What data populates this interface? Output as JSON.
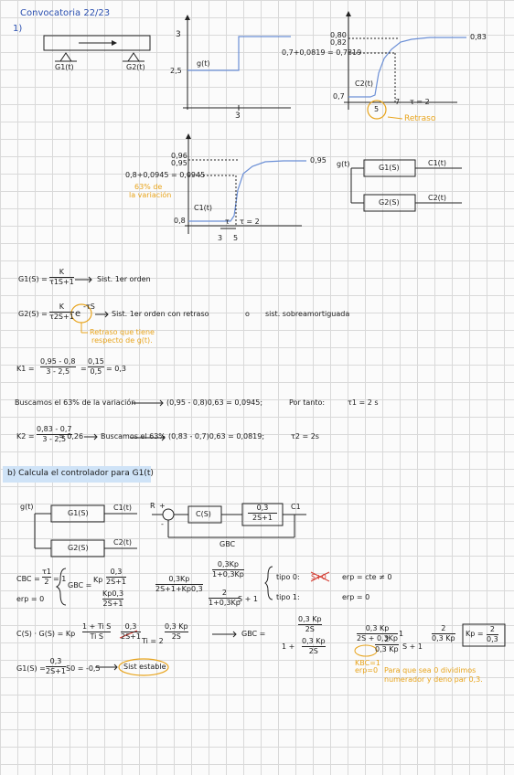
{
  "header": {
    "title": "Convocatoria 22/23",
    "section": "1)"
  },
  "beam": {
    "g1": "G1(t)",
    "g2": "G2(t)"
  },
  "step_plot": {
    "y_high": "3",
    "y_low": "2,5",
    "signal": "g(t)",
    "x_tick": "3"
  },
  "c2_plot": {
    "y_top1": "0,80",
    "y_top2": "0,82",
    "y_mid": "0,7+0,0819 = 0,7819",
    "y_base": "0,7",
    "final": "0,83",
    "signal": "C2(t)",
    "x_tick": "5",
    "tau_tick": "7",
    "tau": "τ = 2",
    "delay": "Retraso"
  },
  "c1_plot": {
    "y_top1": "0,96",
    "y_top2": "0,95",
    "y_mid": "0,8+0,0945 = 0,0945",
    "y_base": "0,8",
    "final": "0,95",
    "signal": "C1(t)",
    "x_tick1": "3",
    "x_tick2": "5",
    "tau_tick": "τ",
    "tau": "τ = 2",
    "note1": "63% de",
    "note2": "la variación"
  },
  "block": {
    "input": "g(t)",
    "b1": "G1(S)",
    "b2": "G2(S)",
    "out1": "C1(t)",
    "out2": "C2(t)"
  },
  "g1": {
    "lhs": "G1(S) =",
    "num": "K",
    "den": "τ1S+1",
    "desc": "Sist. 1er orden"
  },
  "g2": {
    "lhs": "G2(S) =",
    "num": "K",
    "den": "τ2S+1",
    "exp": "e",
    "exp_sup": "-τS",
    "desc": "Sist. 1er orden con retraso",
    "or": "o",
    "desc2": "sist. sobreamortiguada",
    "note1": "Retraso que tiene",
    "note2": "respecto de g(t)."
  },
  "k1": {
    "lhs": "K1 =",
    "num1": "0,95 - 0,8",
    "den1": "3 - 2,5",
    "eq": "=",
    "num2": "0,15",
    "den2": "0,5",
    "result": "= 0,3"
  },
  "search1": {
    "text": "Buscamos el 63% de la variación",
    "expr": "(0,95 - 0,8)0,63 = 0,0945;",
    "por": "Por tanto:",
    "tau": "τ1 = 2 s"
  },
  "k2": {
    "lhs": "K2 =",
    "num": "0,83 - 0,7",
    "den": "3 - 2,5",
    "result": "= 0,26",
    "text": "Buscamos el 63%",
    "expr": "(0,83 - 0,7)0,63 = 0,0819;",
    "tau": "τ2 = 2s"
  },
  "part_b": {
    "title": "b) Calcula el controlador para G1(t)"
  },
  "diag2": {
    "input": "g(t)",
    "b1": "G1(S)",
    "b2": "G2(S)",
    "out1": "C1(t)",
    "out2": "C2(t)"
  },
  "loop": {
    "r": "R",
    "plus": "+",
    "minus": "-",
    "c": "C(S)",
    "plant_num": "0,3",
    "plant_den": "2S+1",
    "out": "C1",
    "gbc": "GBC"
  },
  "cbc": {
    "lhs": "CBC =",
    "num": "τ1",
    "den": "2",
    "eq": "= 1",
    "erp": "erp = 0",
    "gbc": "GBC =",
    "kp": "Kp",
    "f1n": "0,3",
    "f1d": "2S+1",
    "f2n": "Kp0,3",
    "f2d": "2S+1",
    "r1": "0,3Kp",
    "r1d": "2S+1+Kp0,3",
    "r2n": "0,3Kp",
    "r2n_d": "1+0,3Kp",
    "r2d": "2",
    "r2d_d": "1+0,3Kp",
    "plus1": "S + 1",
    "tipo0": "tipo 0: ",
    "tipo0_s": "S+0",
    "erp0": "erp = cte ≠ 0",
    "tipo1": "tipo 1:",
    "erp1": "erp = 0"
  },
  "ctrl": {
    "lhs": "C(S) · G(S) = Kp",
    "num": "1 + Ti S",
    "den": "Ti S",
    "f_num": "0,3",
    "f_den": "2S+1",
    "ti": "Ti = 2",
    "res_num": "0,3 Kp",
    "res_den": "2S",
    "gbc": "GBC =",
    "big_num": "0,3 Kp",
    "big_num_d": "2S",
    "big_den": "1 +",
    "big_den2": "0,3 Kp",
    "big_den2_d": "2S",
    "r1n": "0,3 Kp",
    "r1d": "2S + 0,3Kp",
    "r2n": "1",
    "r2d1": "2",
    "r2d1_d": "0,3 Kp",
    "r2d_tail": "S + 1",
    "r3n": "2",
    "r3d": "0,3 Kp",
    "kp_box": "Kp =",
    "kp_num": "2",
    "kp_den": "0,3",
    "kbc": "KBC=1",
    "kbc2": "erp=0",
    "note1": "Para que sea 0 dividimos",
    "note2": "numerador y deno par 0,3."
  },
  "stable": {
    "lhs": "G1(S) =",
    "num": "0,3",
    "den": "2S+1",
    "pole": "S0 = -0,5",
    "tag": "Sist estable"
  }
}
